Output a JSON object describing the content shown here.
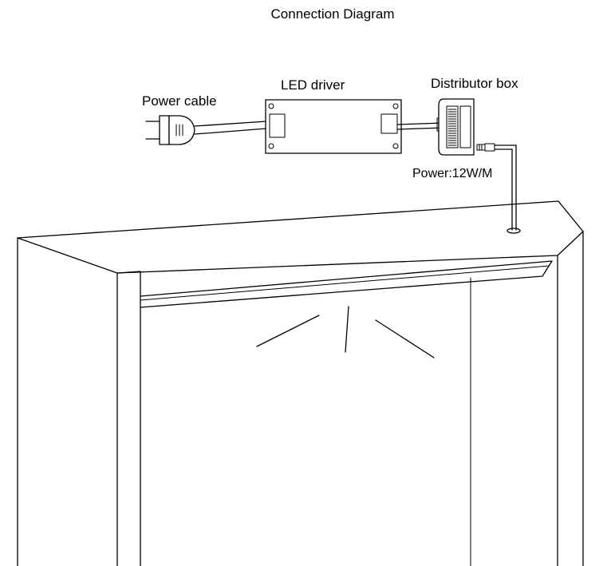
{
  "diagram": {
    "title": "Connection Diagram",
    "labels": {
      "power_cable": "Power cable",
      "led_driver": "LED driver",
      "distributor_box": "Distributor box",
      "power_rating": "Power:12W/M"
    }
  }
}
